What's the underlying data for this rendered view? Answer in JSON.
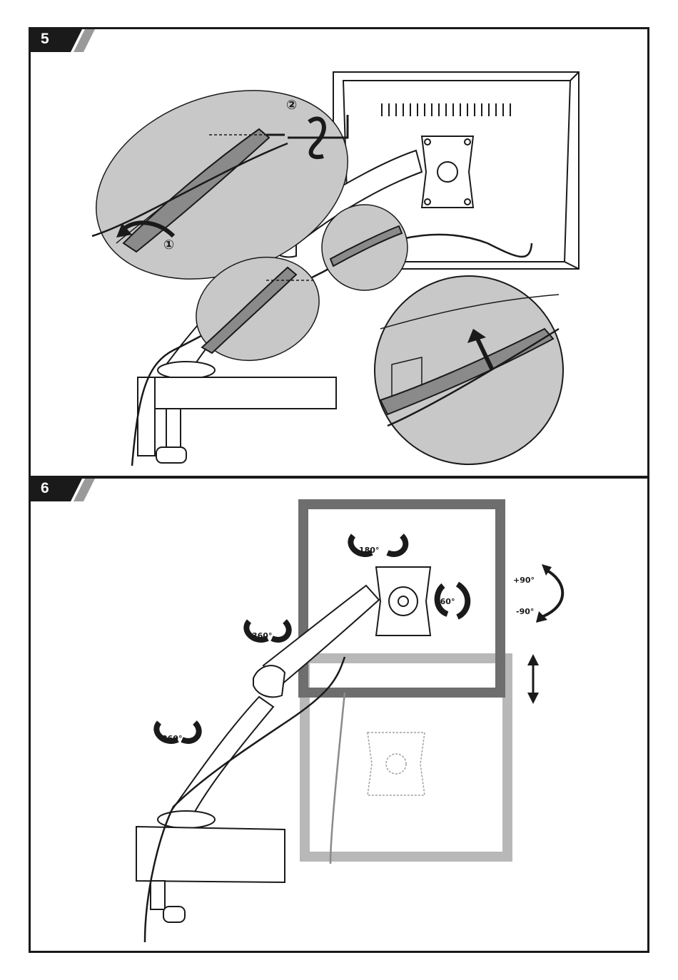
{
  "steps": [
    {
      "number": "5",
      "callouts": {
        "first": "①",
        "second": "②"
      }
    },
    {
      "number": "6",
      "labels": {
        "tilt_up": "+90°",
        "tilt_down": "-90°",
        "rotate_head": "180°",
        "rotate_plate": "360°",
        "rotate_upper_arm": "360°",
        "rotate_lower_arm": "360°"
      }
    }
  ],
  "colors": {
    "frame": "#1a1a1a",
    "tab_dark": "#1a1a1a",
    "tab_light": "#9a9a9a",
    "zoom_fill": "#c8c8c8",
    "monitor_dark": "#6e6e6e",
    "monitor_light": "#b8b8b8"
  },
  "icons": [
    "rotate-arrow-icon",
    "up-arrow-icon",
    "double-arrow-icon",
    "allen-key-icon"
  ]
}
